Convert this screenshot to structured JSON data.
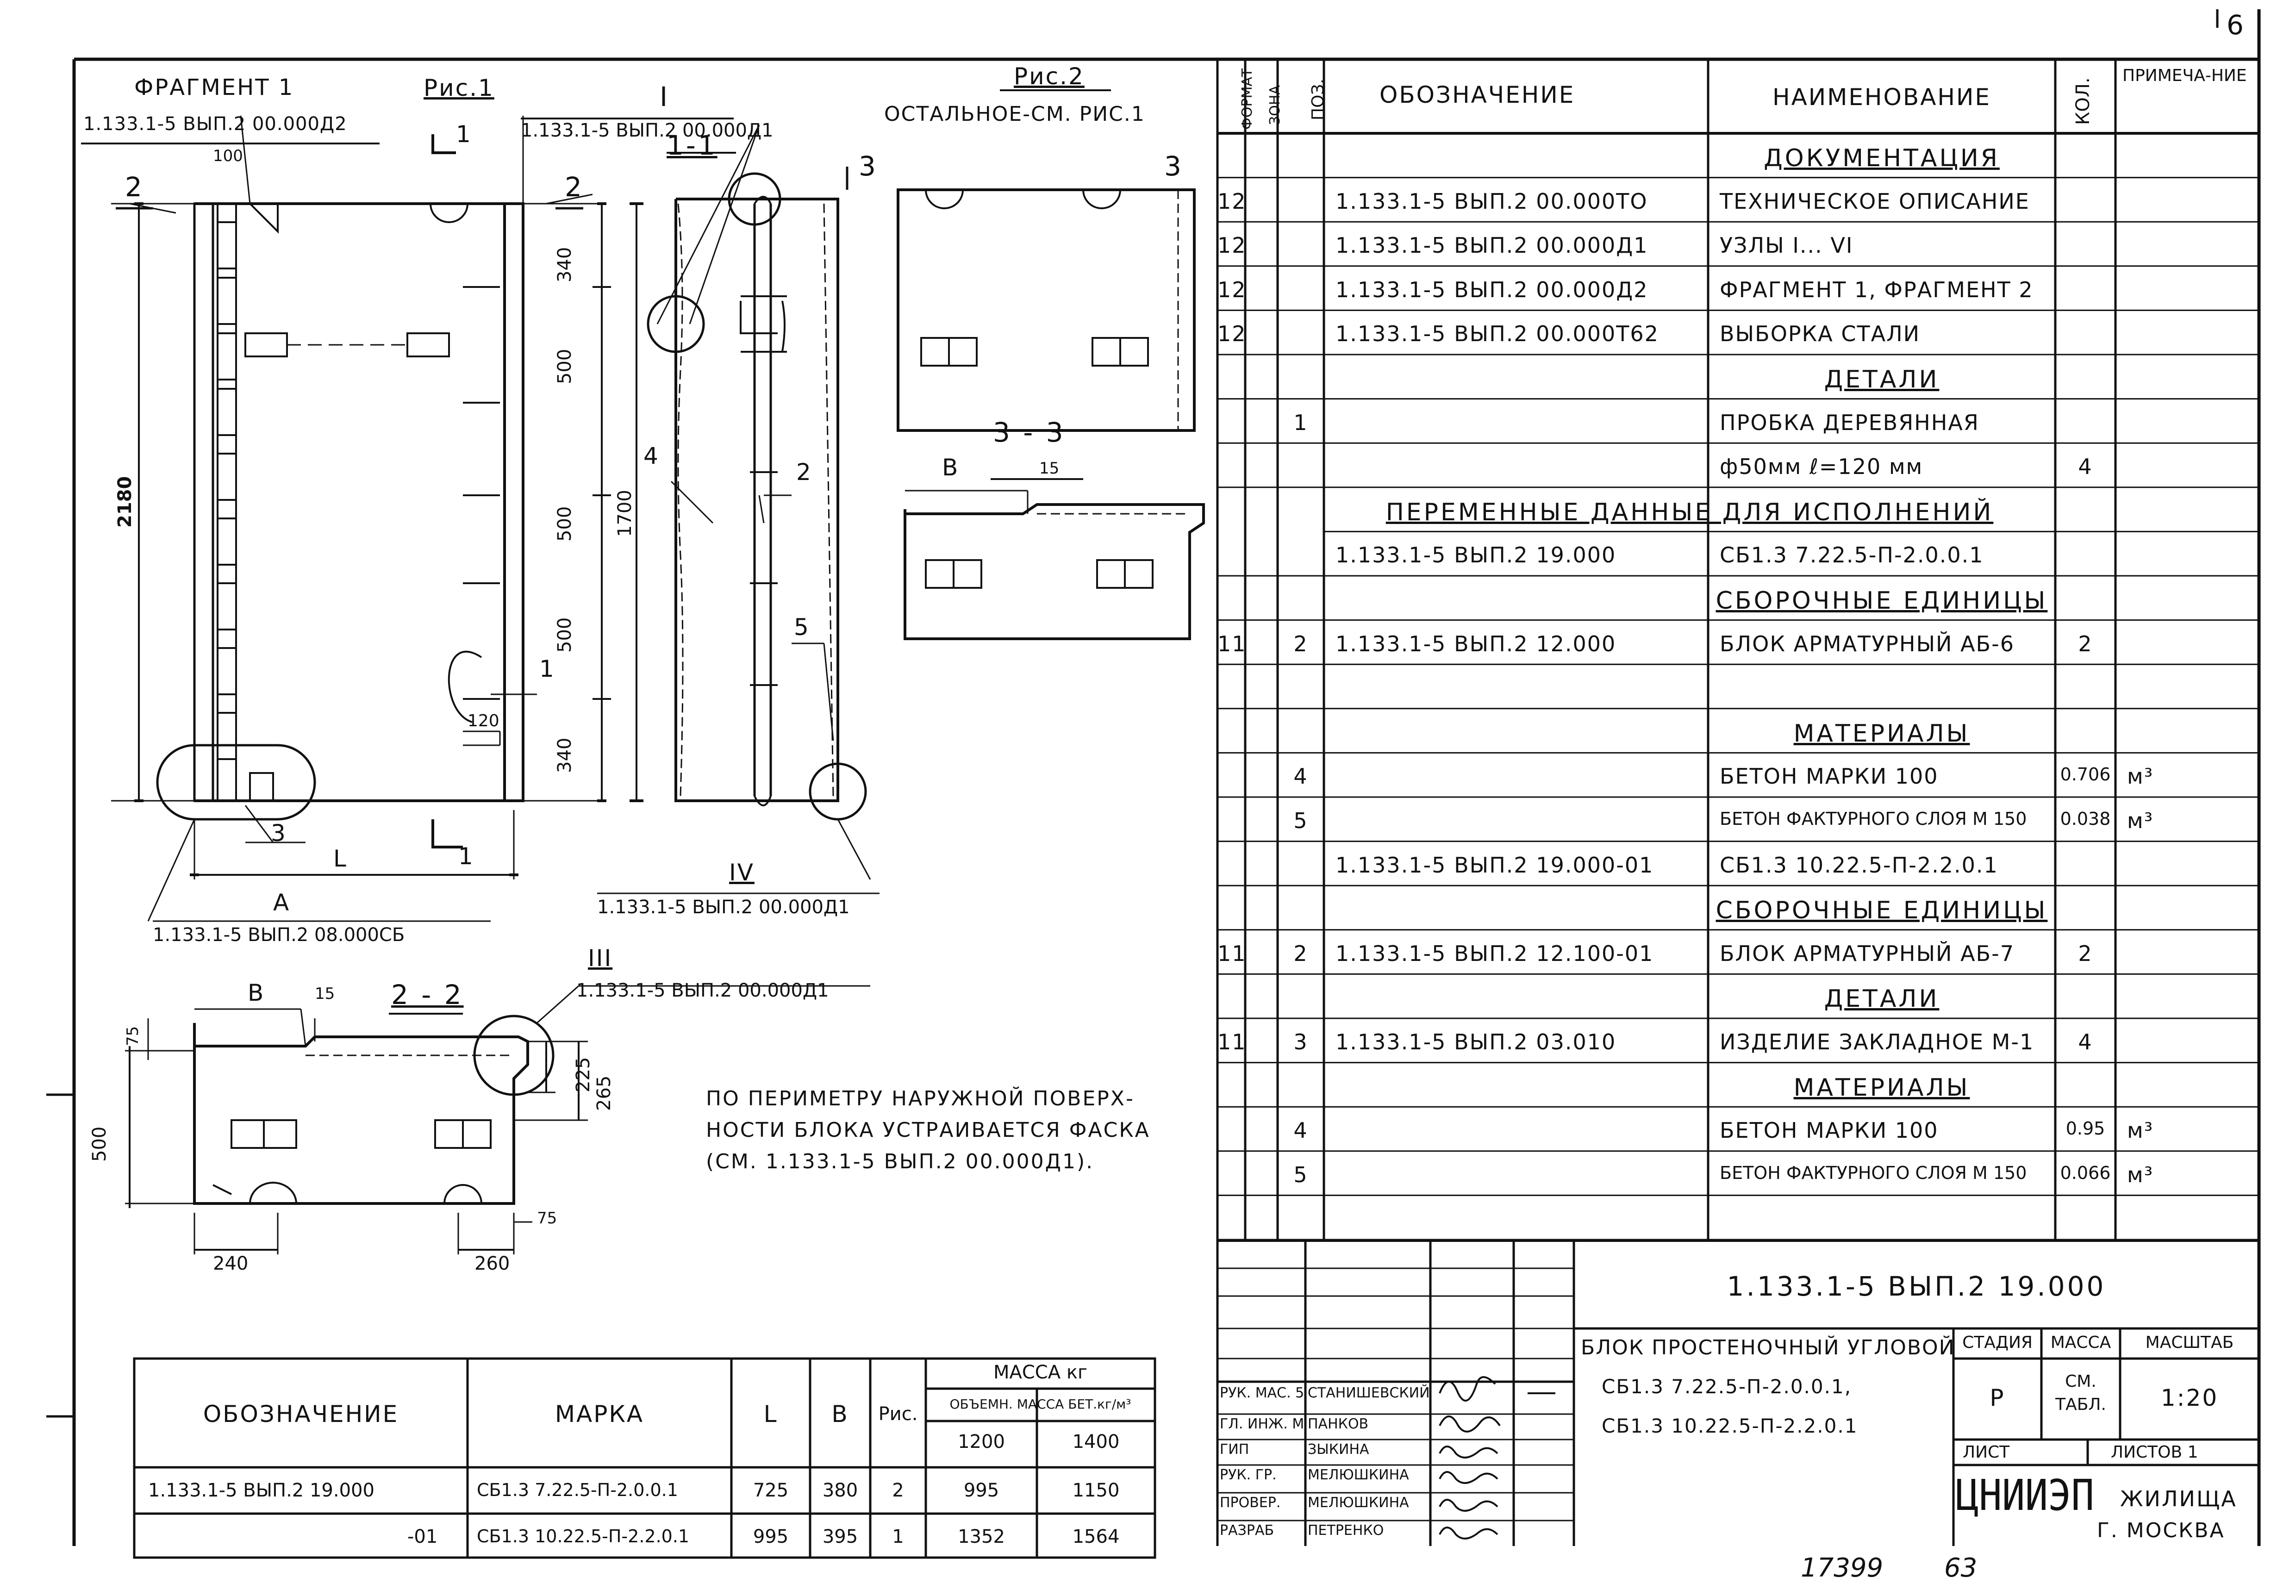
{
  "page_number": "6",
  "stamp_number": "17399",
  "stamp_page": "63",
  "drawing": {
    "fragment_title": "ФРАГМЕНТ 1",
    "fragment_ref": "1.133.1-5 ВЫП.2 00.000Д2",
    "fig1_label": "Рис.1",
    "node1_title": "I",
    "node1_ref": "1.133.1-5 ВЫП.2 00.000Д1",
    "section_1_1": "1-1",
    "fig2_label": "Рис.2",
    "fig2_note": "ОСТАЛЬНОЕ-СМ. РИС.1",
    "section_3_3": "3 - 3",
    "section_2_2": "2 - 2",
    "node3_title": "III",
    "node3_ref": "1.133.1-5 ВЫП.2 00.000Д1",
    "node4_title": "IV",
    "node4_ref": "1.133.1-5 ВЫП.2 00.000Д1",
    "bottom_ref": "1.133.1-5 ВЫП.2 08.000СБ",
    "label_A": "А",
    "label_L": "L",
    "label_B": "В",
    "cut_1": "1",
    "cut_2": "2",
    "cut_3": "3",
    "pos_1": "1",
    "pos_2": "2",
    "pos_3": "3",
    "pos_4": "4",
    "pos_5": "5",
    "dim_100": "100",
    "dim_2180": "2180",
    "dim_1700": "1700",
    "dim_340a": "340",
    "dim_500a": "500",
    "dim_500b": "500",
    "dim_500c": "500",
    "dim_340b": "340",
    "dim_120": "120",
    "dim_15a": "15",
    "dim_15b": "15",
    "dim_75a": "75",
    "dim_75b": "75",
    "dim_225": "225",
    "dim_265": "265",
    "dim_500d": "500",
    "dim_240": "240",
    "dim_260": "260",
    "note_lines": [
      "ПО ПЕРИМЕТРУ НАРУЖНОЙ ПОВЕРХ-",
      "НОСТИ БЛОКА УСТРАИВАЕТСЯ ФАСКА",
      "(СМ. 1.133.1-5 ВЫП.2 00.000Д1)."
    ]
  },
  "mass_table": {
    "headers": {
      "designation": "ОБОЗНАЧЕНИЕ",
      "mark": "МАРКА",
      "L": "L",
      "B": "В",
      "fig": "Рис.",
      "mass": "МАССА кг",
      "density": "ОБЪЕМН. МАССА БЕТ.кг/м³",
      "d1200": "1200",
      "d1400": "1400"
    },
    "rows": [
      {
        "designation": "1.133.1-5 ВЫП.2 19.000",
        "mark": "СБ1.3 7.22.5-П-2.0.0.1",
        "L": "725",
        "B": "380",
        "fig": "2",
        "m1200": "995",
        "m1400": "1150"
      },
      {
        "designation": "-01",
        "mark": "СБ1.3 10.22.5-П-2.2.0.1",
        "L": "995",
        "B": "395",
        "fig": "1",
        "m1200": "1352",
        "m1400": "1564"
      }
    ]
  },
  "spec": {
    "headers": {
      "format": "ФОРМАТ",
      "zone": "ЗОНА",
      "pos": "ПОЗ.",
      "designation": "ОБОЗНАЧЕНИЕ",
      "name": "НАИМЕНОВАНИЕ",
      "qty": "КОЛ.",
      "note": "ПРИМЕЧА-НИЕ"
    },
    "rows": [
      {
        "format": "",
        "pos": "",
        "designation": "",
        "name": "ДОКУМЕНТАЦИЯ",
        "qty": "",
        "note": "",
        "heading": true
      },
      {
        "format": "12",
        "pos": "",
        "designation": "1.133.1-5 ВЫП.2 00.000ТО",
        "name": "ТЕХНИЧЕСКОЕ ОПИСАНИЕ",
        "qty": "",
        "note": ""
      },
      {
        "format": "12",
        "pos": "",
        "designation": "1.133.1-5 ВЫП.2 00.000Д1",
        "name": "УЗЛЫ I... VI",
        "qty": "",
        "note": ""
      },
      {
        "format": "12",
        "pos": "",
        "designation": "1.133.1-5 ВЫП.2 00.000Д2",
        "name": "ФРАГМЕНТ 1, ФРАГМЕНТ 2",
        "qty": "",
        "note": ""
      },
      {
        "format": "12",
        "pos": "",
        "designation": "1.133.1-5 ВЫП.2 00.000Т62",
        "name": "ВЫБОРКА СТАЛИ",
        "qty": "",
        "note": ""
      },
      {
        "format": "",
        "pos": "",
        "designation": "",
        "name": "ДЕТАЛИ",
        "qty": "",
        "note": "",
        "heading": true
      },
      {
        "format": "",
        "pos": "1",
        "designation": "",
        "name": "ПРОБКА ДЕРЕВЯННАЯ",
        "qty": "",
        "note": ""
      },
      {
        "format": "",
        "pos": "",
        "designation": "",
        "name": "ф50мм ℓ=120 мм",
        "qty": "4",
        "note": ""
      },
      {
        "format": "",
        "pos": "",
        "designation": "",
        "name": "ПЕРЕМЕННЫЕ ДАННЫЕ ДЛЯ ИСПОЛНЕНИЙ",
        "qty": "",
        "note": "",
        "wide": true
      },
      {
        "format": "",
        "pos": "",
        "designation": "1.133.1-5 ВЫП.2 19.000",
        "name": "СБ1.3 7.22.5-П-2.0.0.1",
        "qty": "",
        "note": ""
      },
      {
        "format": "",
        "pos": "",
        "designation": "",
        "name": "СБОРОЧНЫЕ ЕДИНИЦЫ",
        "qty": "",
        "note": "",
        "heading": true
      },
      {
        "format": "11",
        "pos": "2",
        "designation": "1.133.1-5 ВЫП.2 12.000",
        "name": "БЛОК АРМАТУРНЫЙ АБ-6",
        "qty": "2",
        "note": ""
      },
      {
        "format": "",
        "pos": "",
        "designation": "",
        "name": "",
        "qty": "",
        "note": ""
      },
      {
        "format": "",
        "pos": "",
        "designation": "",
        "name": "МАТЕРИАЛЫ",
        "qty": "",
        "note": "",
        "heading": true
      },
      {
        "format": "",
        "pos": "4",
        "designation": "",
        "name": "БЕТОН МАРКИ 100",
        "qty": "0.706",
        "note": "м³"
      },
      {
        "format": "",
        "pos": "5",
        "designation": "",
        "name": "БЕТОН ФАКТУРНОГО СЛОЯ М 150",
        "qty": "0.038",
        "note": "м³"
      },
      {
        "format": "",
        "pos": "",
        "designation": "1.133.1-5 ВЫП.2 19.000-01",
        "name": "СБ1.3 10.22.5-П-2.2.0.1",
        "qty": "",
        "note": ""
      },
      {
        "format": "",
        "pos": "",
        "designation": "",
        "name": "СБОРОЧНЫЕ ЕДИНИЦЫ",
        "qty": "",
        "note": "",
        "heading": true
      },
      {
        "format": "11",
        "pos": "2",
        "designation": "1.133.1-5 ВЫП.2 12.100-01",
        "name": "БЛОК АРМАТУРНЫЙ АБ-7",
        "qty": "2",
        "note": ""
      },
      {
        "format": "",
        "pos": "",
        "designation": "",
        "name": "ДЕТАЛИ",
        "qty": "",
        "note": "",
        "heading": true
      },
      {
        "format": "11",
        "pos": "3",
        "designation": "1.133.1-5 ВЫП.2 03.010",
        "name": "ИЗДЕЛИЕ ЗАКЛАДНОЕ М-1",
        "qty": "4",
        "note": ""
      },
      {
        "format": "",
        "pos": "",
        "designation": "",
        "name": "МАТЕРИАЛЫ",
        "qty": "",
        "note": "",
        "heading": true
      },
      {
        "format": "",
        "pos": "4",
        "designation": "",
        "name": "БЕТОН МАРКИ 100",
        "qty": "0.95",
        "note": "м³"
      },
      {
        "format": "",
        "pos": "5",
        "designation": "",
        "name": "БЕТОН ФАКТУРНОГО СЛОЯ М 150",
        "qty": "0.066",
        "note": "м³"
      },
      {
        "format": "",
        "pos": "",
        "designation": "",
        "name": "",
        "qty": "",
        "note": ""
      }
    ]
  },
  "title_block": {
    "code": "1.133.1-5 ВЫП.2 19.000",
    "title_lines": [
      "БЛОК ПРОСТЕНОЧНЫЙ УГЛОВОЙ",
      "СБ1.3 7.22.5-П-2.0.0.1,",
      "СБ1.3 10.22.5-П-2.2.0.1"
    ],
    "stage_label": "СТАДИЯ",
    "mass_label": "МАССА",
    "scale_label": "МАСШТАБ",
    "stage": "Р",
    "mass_value": "СМ. ТАБЛ.",
    "scale": "1:20",
    "sheet_label": "ЛИСТ",
    "sheets_label": "ЛИСТОВ 1",
    "org_main": "ЦНИИЭП",
    "org_suffix": "ЖИЛИЩА",
    "org_city": "Г. МОСКВА",
    "staff": [
      {
        "role": "РУК. МАС. 5",
        "name": "СТАНИШЕВСКИЙ"
      },
      {
        "role": "ГЛ. ИНЖ. М",
        "name": "ПАНКОВ"
      },
      {
        "role": "ГИП",
        "name": "ЗЫКИНА"
      },
      {
        "role": "РУК. ГР.",
        "name": "МЕЛЮШКИНА"
      },
      {
        "role": "ПРОВЕР.",
        "name": "МЕЛЮШКИНА"
      },
      {
        "role": "РАЗРАБ",
        "name": "ПЕТРЕНКО"
      }
    ]
  }
}
